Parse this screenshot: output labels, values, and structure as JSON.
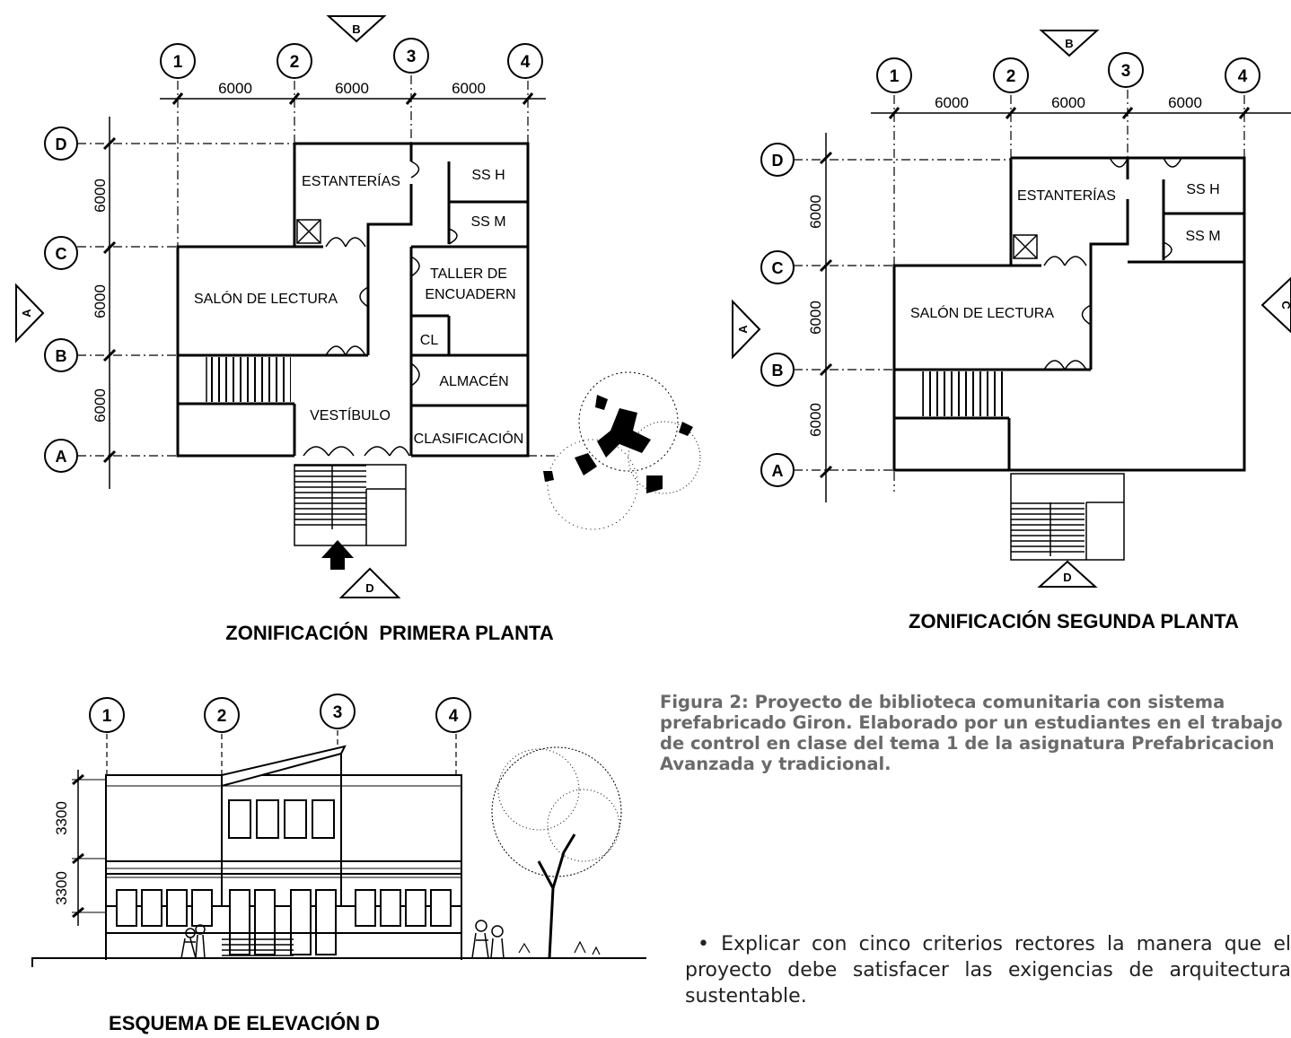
{
  "plan1": {
    "title": "ZONIFICACIÓN  PRIMERA PLANTA",
    "grid_cols": [
      "1",
      "2",
      "3",
      "4"
    ],
    "grid_rows": [
      "D",
      "C",
      "B",
      "A"
    ],
    "dims_h": [
      "6000",
      "6000",
      "6000"
    ],
    "dims_v": [
      "6000",
      "6000",
      "6000"
    ],
    "markers": {
      "top": "B",
      "left": "A",
      "bottom": "D"
    },
    "rooms": {
      "estanterias": "ESTANTERÍAS",
      "ssh": "SS H",
      "ssm": "SS M",
      "salon": "SALÓN DE LECTURA",
      "taller1": "TALLER DE",
      "taller2": "ENCUADERN",
      "cl": "CL",
      "almacen": "ALMACÉN",
      "vestibulo": "VESTÍBULO",
      "clasificacion": "CLASIFICACIÓN"
    }
  },
  "plan2": {
    "title": "ZONIFICACIÓN SEGUNDA PLANTA",
    "grid_cols": [
      "1",
      "2",
      "3",
      "4"
    ],
    "grid_rows": [
      "D",
      "C",
      "B",
      "A"
    ],
    "dims_h": [
      "6000",
      "6000",
      "6000"
    ],
    "dims_v": [
      "6000",
      "6000",
      "6000"
    ],
    "markers": {
      "top": "B",
      "left": "A",
      "bottom": "D",
      "right": "C"
    },
    "rooms": {
      "estanterias": "ESTANTERÍAS",
      "ssh": "SS H",
      "ssm": "SS M",
      "salon": "SALÓN DE LECTURA"
    }
  },
  "elevation": {
    "title": "ESQUEMA DE ELEVACIÓN D",
    "grid_cols": [
      "1",
      "2",
      "3",
      "4"
    ],
    "dims_v": [
      "3300",
      "3300"
    ]
  },
  "caption": "Figura 2: Proyecto de biblioteca comunitaria con sistema prefabricado Giron. Elaborado por un estudiantes en el trabajo de control en clase del tema 1 de la asignatura Prefabricacion Avanzada y tradicional.",
  "body": {
    "bullet": "• Explicar con cinco criterios rectores la manera que el proyecto debe satisfacer las exigencias de arquitectura sustentable."
  }
}
